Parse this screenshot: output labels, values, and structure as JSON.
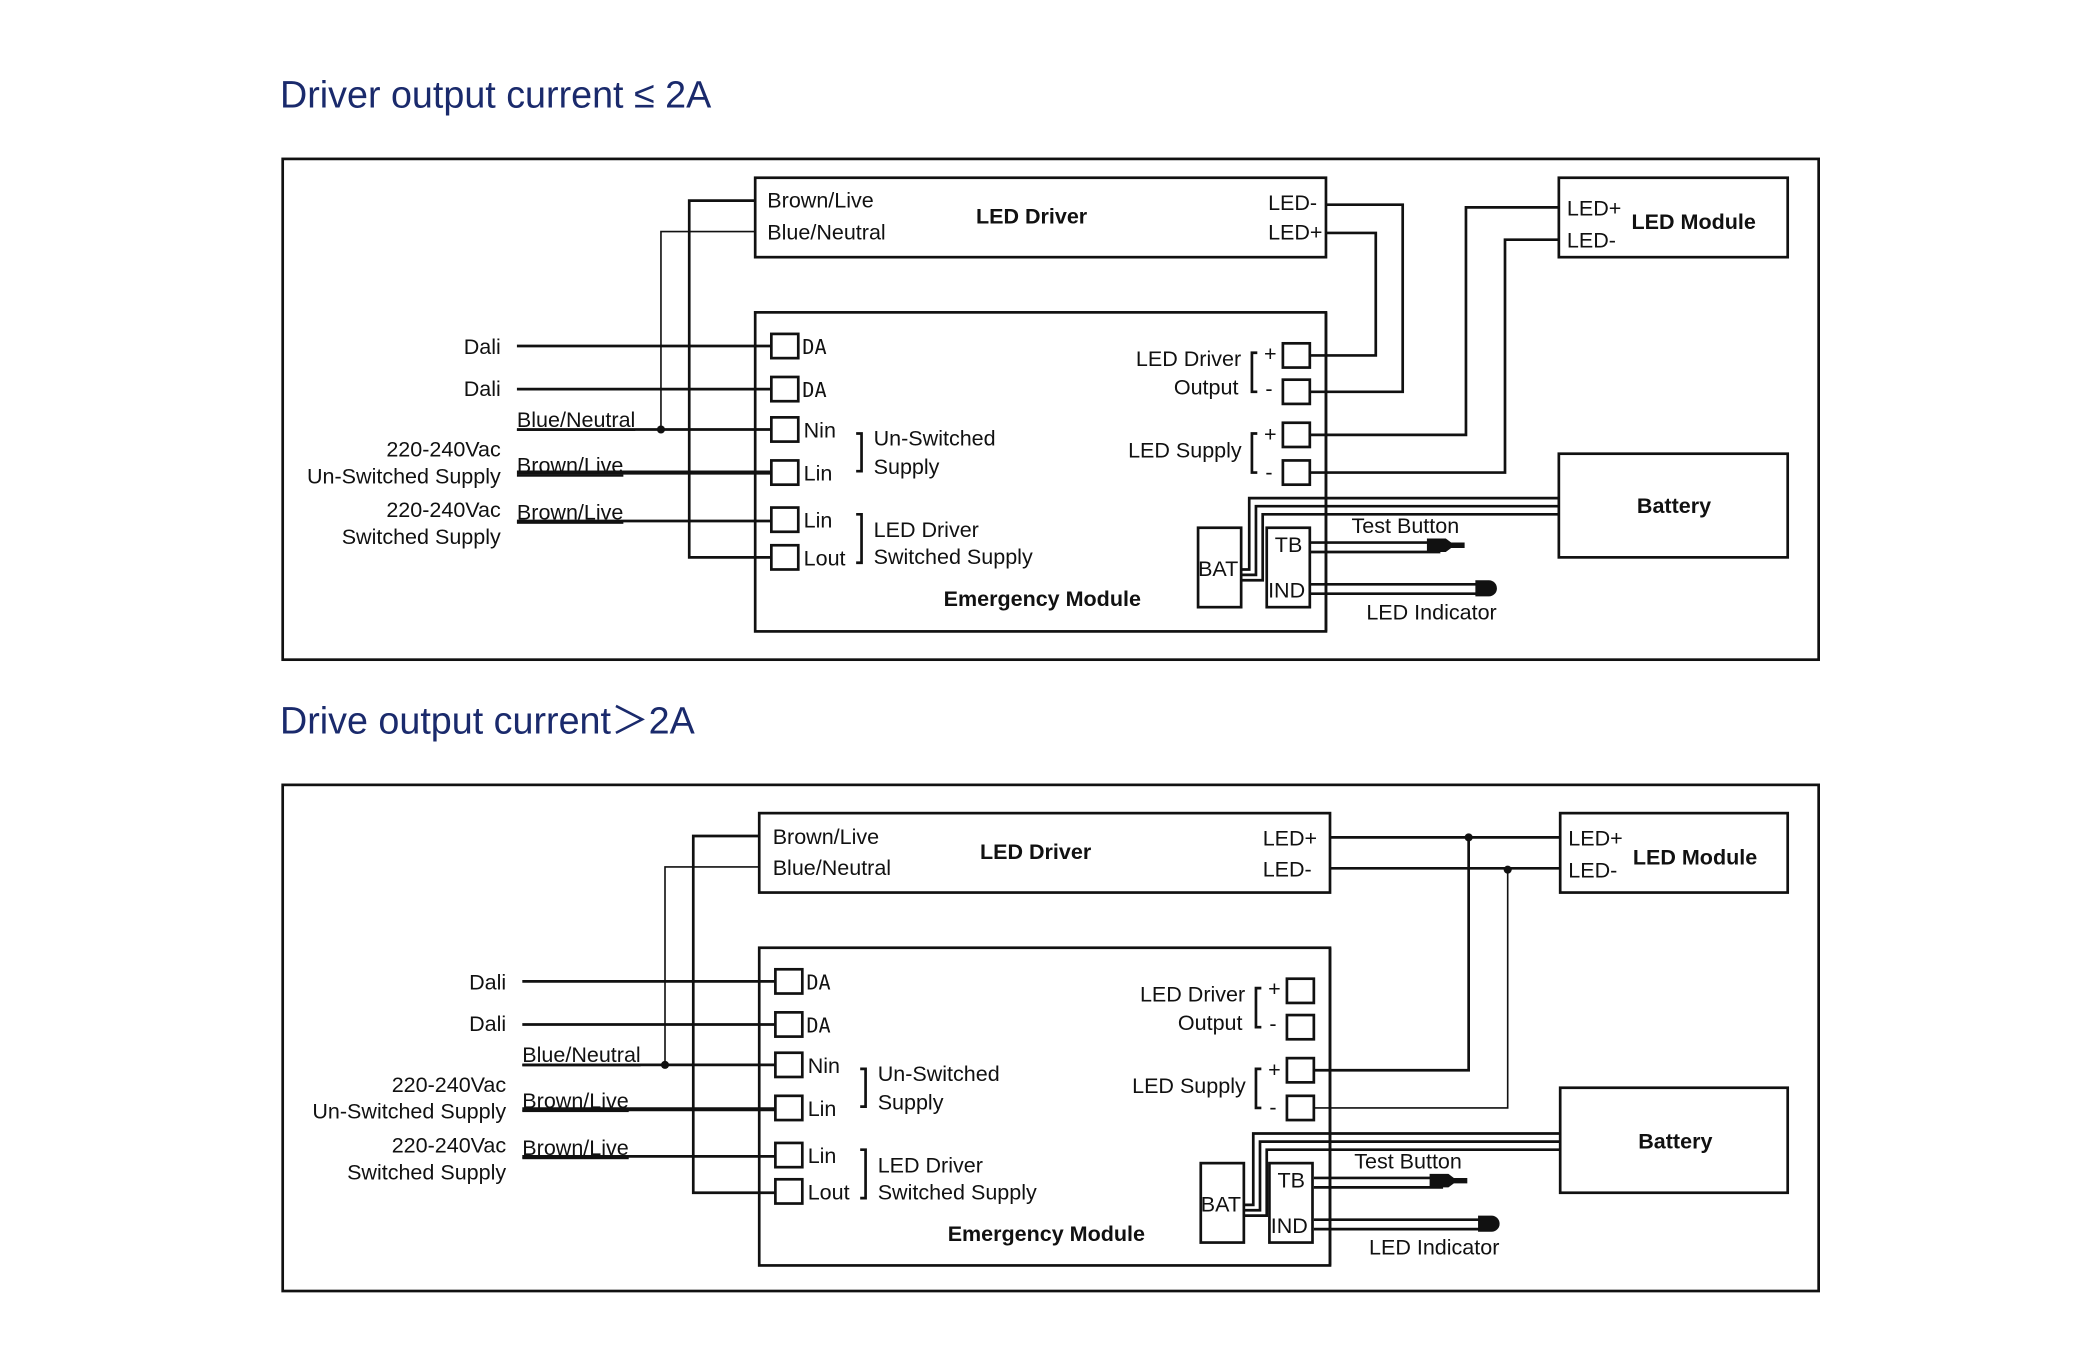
{
  "diagrams": [
    {
      "title": "Driver output current ≤ 2A",
      "led_driver": {
        "name": "LED Driver",
        "in1": "Brown/Live",
        "in2": "Blue/Neutral",
        "out1": "LED-",
        "out2": "LED+"
      },
      "led_module": {
        "name": "LED Module",
        "p": "LED+",
        "n": "LED-"
      },
      "battery": {
        "name": "Battery"
      },
      "emergency": {
        "name": "Emergency Module",
        "da1": "DA",
        "da2": "DA",
        "nin": "Nin",
        "lin1": "Lin",
        "lin2": "Lin",
        "lout": "Lout",
        "unsw1": "Un-Switched",
        "unsw2": "Supply",
        "sw1": "LED Driver",
        "sw2": "Switched Supply",
        "drvout1": "LED Driver",
        "drvout2": "Output",
        "supply": "LED Supply",
        "plus": "+",
        "minus": "-",
        "bat": "BAT",
        "tb": "TB",
        "ind": "IND"
      },
      "left": {
        "dali1": "Dali",
        "dali2": "Dali",
        "blue": "Blue/Neutral",
        "brown1": "Brown/Live",
        "brown2": "Brown/Live",
        "v1": "220-240Vac",
        "v1b": "Un-Switched Supply",
        "v2": "220-240Vac",
        "v2b": "Switched Supply"
      },
      "test_button": "Test Button",
      "led_indicator": "LED Indicator"
    },
    {
      "title": "Drive output current＞2A",
      "led_driver": {
        "name": "LED Driver",
        "in1": "Brown/Live",
        "in2": "Blue/Neutral",
        "out1": "LED+",
        "out2": "LED-"
      },
      "led_module": {
        "name": "LED Module",
        "p": "LED+",
        "n": "LED-"
      },
      "battery": {
        "name": "Battery"
      },
      "emergency": {
        "name": "Emergency Module",
        "da1": "DA",
        "da2": "DA",
        "nin": "Nin",
        "lin1": "Lin",
        "lin2": "Lin",
        "lout": "Lout",
        "unsw1": "Un-Switched",
        "unsw2": "Supply",
        "sw1": "LED Driver",
        "sw2": "Switched Supply",
        "drvout1": "LED Driver",
        "drvout2": "Output",
        "supply": "LED Supply",
        "plus": "+",
        "minus": "-",
        "bat": "BAT",
        "tb": "TB",
        "ind": "IND"
      },
      "left": {
        "dali1": "Dali",
        "dali2": "Dali",
        "blue": "Blue/Neutral",
        "brown1": "Brown/Live",
        "brown2": "Brown/Live",
        "v1": "220-240Vac",
        "v1b": "Un-Switched Supply",
        "v2": "220-240Vac",
        "v2b": "Switched Supply"
      },
      "test_button": "Test Button",
      "led_indicator": "LED Indicator"
    }
  ]
}
